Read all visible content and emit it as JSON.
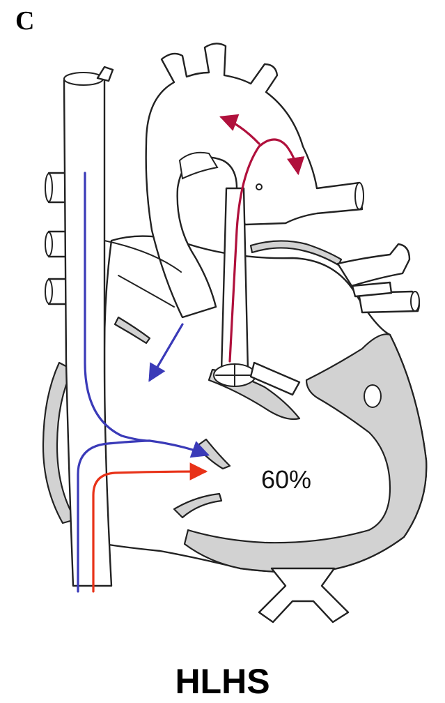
{
  "panel_label": "C",
  "title": "HLHS",
  "annotations": {
    "percentage": "60%"
  },
  "colors": {
    "deoxygenated_flow": "#3a3ab8",
    "oxygenated_flow": "#e83218",
    "aortic_flow": "#b0103c",
    "myocardium": "#d2d2d2",
    "outline": "#222222"
  }
}
